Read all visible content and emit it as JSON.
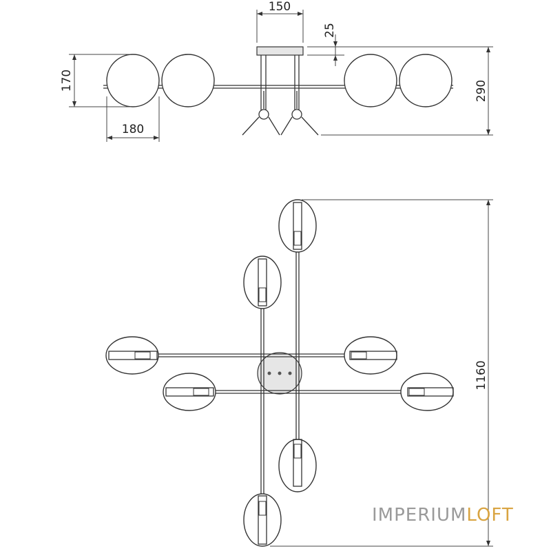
{
  "dimensions": {
    "top_width": "150",
    "canopy_height": "25",
    "globe_height": "170",
    "total_height": "290",
    "globe_diameter": "180",
    "total_length": "1160"
  },
  "brand": {
    "part1": "IMPERIUM",
    "part2": "LOFT",
    "part1_color": "#9a9a9a",
    "part2_color": "#d9a441"
  }
}
